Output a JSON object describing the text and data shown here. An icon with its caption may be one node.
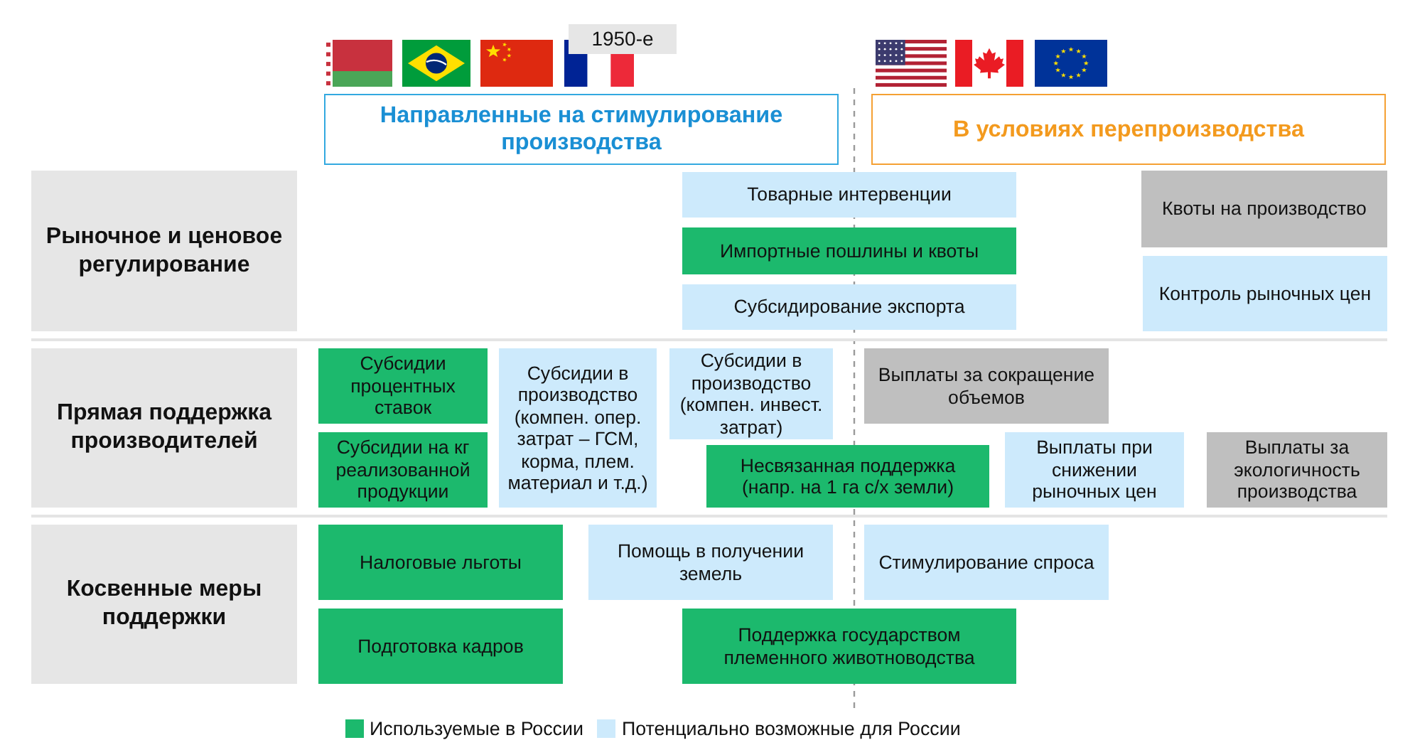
{
  "diagram": {
    "nodes": [
      {
        "text": [
          "Направленные на стимулирование производства"
        ]
      },
      {
        "text": [
          "В условиях перепроизводства"
        ]
      },
      {
        "text": [
          "1950-е"
        ]
      },
      {
        "text": [
          "Рыночное и ценовое регулирование"
        ]
      },
      {
        "text": [
          "Товарные интервенции"
        ]
      },
      {
        "text": [
          "Квоты на производство"
        ]
      },
      {
        "text": [
          "Импортные пошлины и квоты"
        ]
      },
      {
        "text": [
          "Субсидирование экспорта"
        ]
      },
      {
        "text": [
          "Контроль рыночных цен"
        ]
      },
      {
        "text": [
          "Прямая поддержка производителей"
        ]
      },
      {
        "text": [
          "Субсидии процентных ставок"
        ]
      },
      {
        "text": [
          "Субсидии в производство (компен. опер. затрат – ГСМ, корма, плем. материал и т.д.)"
        ]
      },
      {
        "text": [
          "Субсидии в производство (компен. инвест. затрат)"
        ]
      },
      {
        "text": [
          "Выплаты за сокращение объемов"
        ]
      },
      {
        "text": [
          "Субсидии на кг реализованной продукции"
        ]
      },
      {
        "text": [
          "Несвязанная поддержка (напр. на 1 га с/х земли)"
        ]
      },
      {
        "text": [
          "Выплаты при снижении рыночных цен"
        ]
      },
      {
        "text": [
          "Выплаты за экологичность производства"
        ]
      },
      {
        "text": [
          "Косвенные меры поддержки"
        ]
      },
      {
        "text": [
          "Налоговые льготы"
        ]
      },
      {
        "text": [
          "Помощь в получении земель"
        ]
      },
      {
        "text": [
          "Стимулирование спроса"
        ]
      },
      {
        "text": [
          "Подготовка кадров"
        ]
      },
      {
        "text": [
          "Поддержка государством племенного животноводства"
        ]
      }
    ],
    "legend": [
      {
        "text": "Используемые в России",
        "color": "#1cb96d"
      },
      {
        "text": "Потенциально возможные для России",
        "color": "#cdeafc"
      }
    ]
  }
}
